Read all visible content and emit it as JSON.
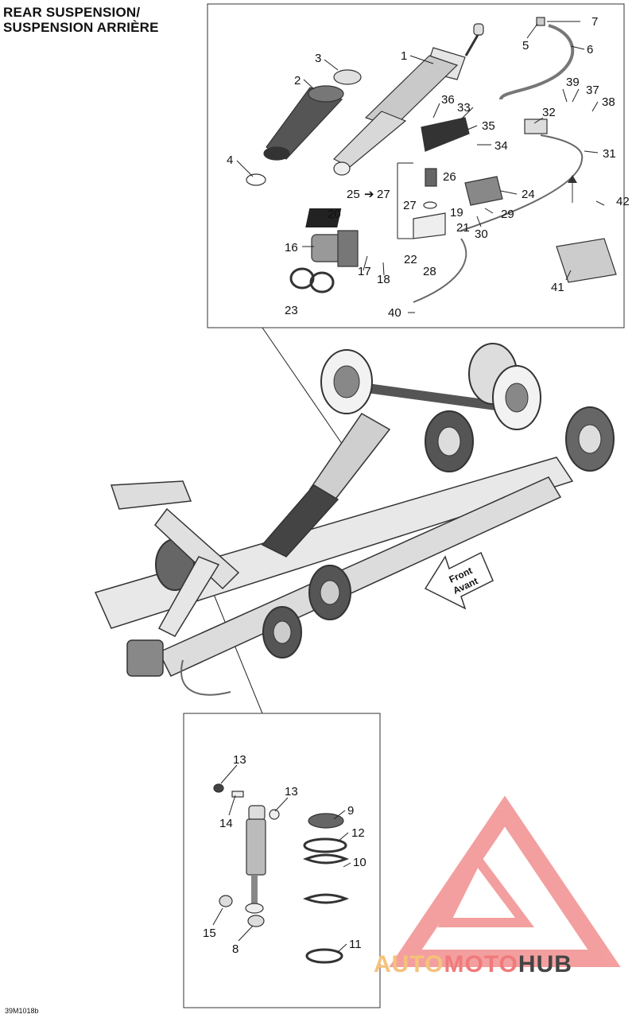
{
  "title": {
    "line1": "REAR SUSPENSION/",
    "line2": "SUSPENSION ARRIÈRE"
  },
  "diagram_code": "39M1018b",
  "front_label": {
    "line1": "Front",
    "line2": "Avant"
  },
  "upper_callouts": {
    "c1": "1",
    "c2": "2",
    "c3": "3",
    "c4": "4",
    "c5": "5",
    "c6": "6",
    "c7": "7",
    "c16": "16",
    "c17": "17",
    "c18": "18",
    "c19": "19",
    "c20": "20",
    "c21": "21",
    "c22": "22",
    "c23": "23",
    "c24": "24",
    "c25": "25",
    "c26": "26",
    "c27a": "27",
    "c27b": "27",
    "c28": "28",
    "c29": "29",
    "c30": "30",
    "c31": "31",
    "c32": "32",
    "c33": "33",
    "c34": "34",
    "c35": "35",
    "c36": "36",
    "c37": "37",
    "c38": "38",
    "c39": "39",
    "c40": "40",
    "c41": "41",
    "c42": "42"
  },
  "lower_callouts": {
    "c8": "8",
    "c9": "9",
    "c10": "10",
    "c11": "11",
    "c12": "12",
    "c13a": "13",
    "c13b": "13",
    "c14": "14",
    "c15": "15"
  },
  "watermark": {
    "part1": "AUTO",
    "part2": "MOTO",
    "part3": "HUB",
    "colors": {
      "auto": "#f5c27a",
      "moto": "#f07a7a",
      "hub": "#444444",
      "triangle": "#f08080"
    }
  }
}
